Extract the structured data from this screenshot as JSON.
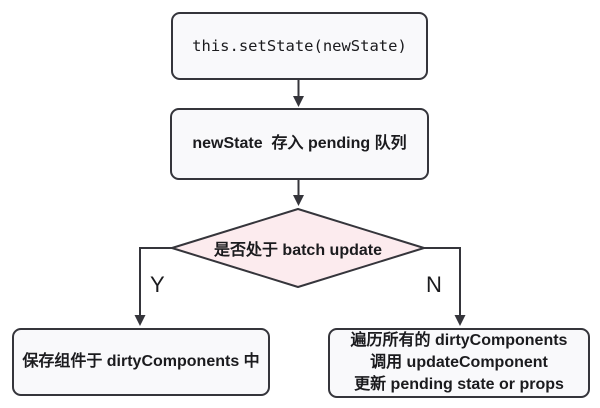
{
  "flowchart": {
    "nodes": {
      "set_state": {
        "label": "this.setState(newState)"
      },
      "pending_queue": {
        "label": "newState  存入 pending 队列"
      },
      "batch_update_decision": {
        "label": "是否处于 batch update"
      },
      "save_dirty": {
        "label": "保存组件于 dirtyComponents 中"
      },
      "process_dirty": {
        "lines": [
          "遍历所有的 dirtyComponents",
          "调用 updateComponent",
          "更新 pending state or props"
        ]
      }
    },
    "branches": {
      "yes_label": "Y",
      "no_label": "N"
    },
    "colors": {
      "background": "#ffffff",
      "node_fill": "#f9f9fb",
      "decision_fill": "#fcebee",
      "line": "#35353b",
      "text": "#1b1b1e"
    }
  }
}
